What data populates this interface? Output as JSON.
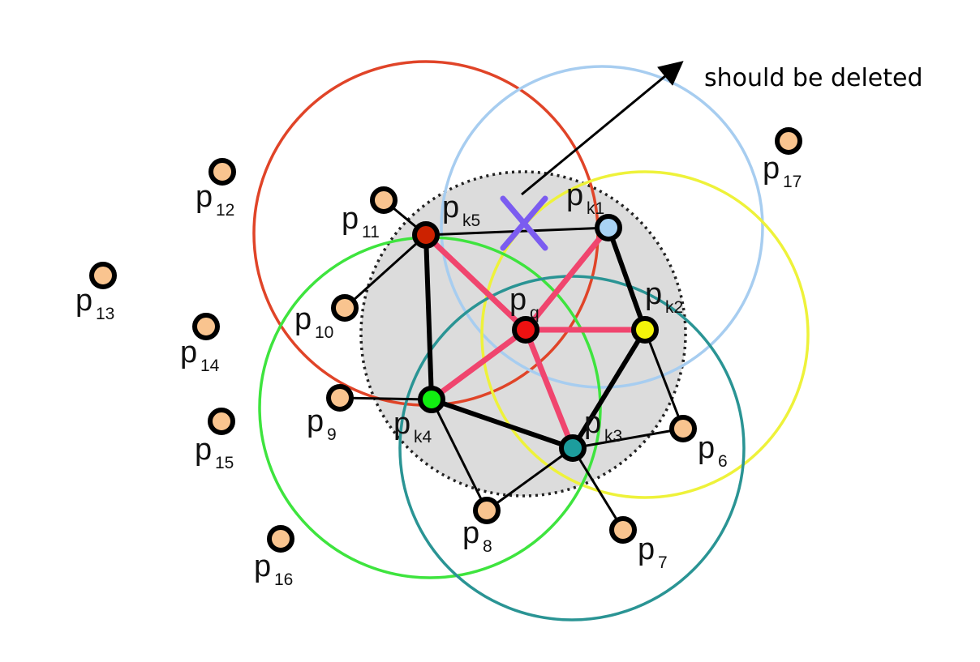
{
  "annotation": {
    "text": "should be deleted",
    "arrow_color": "#000000"
  },
  "cross_mark": {
    "color": "#7b5cf0",
    "icon": "x-cross-icon"
  },
  "colors": {
    "query_region_fill": "#dcdcdc",
    "query_region_stroke": "#222222",
    "red_circle": "#e04428",
    "blue_circle": "#a7cdf0",
    "yellow_circle": "#eef23a",
    "green_circle": "#3ee43e",
    "teal_circle": "#2a9494",
    "pink_edge": "#f0456e",
    "black_edge": "#000000",
    "point_fill": "#f9c48f",
    "pq_fill": "#ee1111",
    "pk1_fill": "#a8d2f3",
    "pk2_fill": "#f3f30a",
    "pk3_fill": "#1d9d9d",
    "pk4_fill": "#11ef11",
    "pk5_fill": "#cc2200"
  },
  "points": [
    {
      "id": "pq",
      "main": "p",
      "sub": "q",
      "role": "query"
    },
    {
      "id": "pk1",
      "main": "p",
      "sub": "k1",
      "role": "neighbor"
    },
    {
      "id": "pk2",
      "main": "p",
      "sub": "k2",
      "role": "neighbor"
    },
    {
      "id": "pk3",
      "main": "p",
      "sub": "k3",
      "role": "neighbor"
    },
    {
      "id": "pk4",
      "main": "p",
      "sub": "k4",
      "role": "neighbor"
    },
    {
      "id": "pk5",
      "main": "p",
      "sub": "k5",
      "role": "neighbor"
    },
    {
      "id": "p6",
      "main": "p",
      "sub": "6",
      "role": "point"
    },
    {
      "id": "p7",
      "main": "p",
      "sub": "7",
      "role": "point"
    },
    {
      "id": "p8",
      "main": "p",
      "sub": "8",
      "role": "point"
    },
    {
      "id": "p9",
      "main": "p",
      "sub": "9",
      "role": "point"
    },
    {
      "id": "p10",
      "main": "p",
      "sub": "10",
      "role": "point"
    },
    {
      "id": "p11",
      "main": "p",
      "sub": "11",
      "role": "point"
    },
    {
      "id": "p12",
      "main": "p",
      "sub": "12",
      "role": "point"
    },
    {
      "id": "p13",
      "main": "p",
      "sub": "13",
      "role": "point"
    },
    {
      "id": "p14",
      "main": "p",
      "sub": "14",
      "role": "point"
    },
    {
      "id": "p15",
      "main": "p",
      "sub": "15",
      "role": "point"
    },
    {
      "id": "p16",
      "main": "p",
      "sub": "16",
      "role": "point"
    },
    {
      "id": "p17",
      "main": "p",
      "sub": "17",
      "role": "point"
    }
  ],
  "pink_edges": [
    [
      "pq",
      "pk1"
    ],
    [
      "pq",
      "pk2"
    ],
    [
      "pq",
      "pk3"
    ],
    [
      "pq",
      "pk4"
    ],
    [
      "pq",
      "pk5"
    ]
  ],
  "thick_edges": [
    [
      "pk1",
      "pk2"
    ],
    [
      "pk2",
      "pk3"
    ],
    [
      "pk3",
      "pk4"
    ],
    [
      "pk4",
      "pk5"
    ]
  ],
  "thin_edges": [
    [
      "pk5",
      "pk1"
    ],
    [
      "pk5",
      "p11"
    ],
    [
      "pk5",
      "p10"
    ],
    [
      "pk4",
      "p9"
    ],
    [
      "pk4",
      "p8"
    ],
    [
      "pk3",
      "p8"
    ],
    [
      "pk3",
      "p7"
    ],
    [
      "pk3",
      "p6"
    ],
    [
      "pk2",
      "p6"
    ]
  ]
}
